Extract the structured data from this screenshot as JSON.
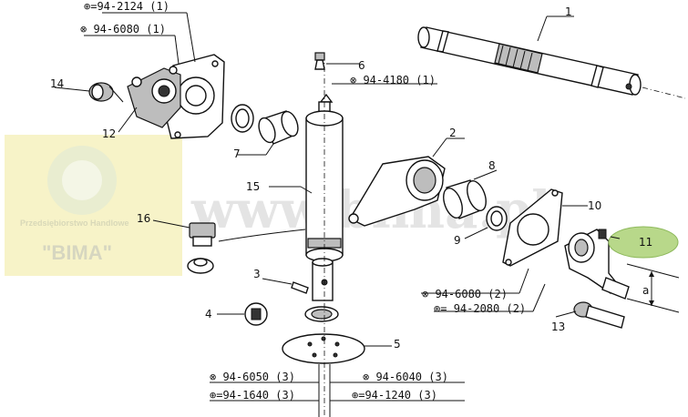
{
  "watermark": {
    "url": "www.bima.pl",
    "company_small": "Przedsiębiorstwo Handlowe",
    "company": "\"BIMA\""
  },
  "callouts": {
    "p1": "1",
    "p2": "2",
    "p3": "3",
    "p4": "4",
    "p5": "5",
    "p6": "6",
    "p7": "7",
    "p8": "8",
    "p9": "9",
    "p10": "10",
    "p11": "11",
    "p12": "12",
    "p13": "13",
    "p14": "14",
    "p15": "15",
    "p16": "16"
  },
  "refs": {
    "r_2124": "94-2124 (1)",
    "r_6080_1": "94-6080 (1)",
    "r_4180": "94-4180 (1)",
    "r_6080_2": "94-6080 (2)",
    "r_2080_2": "94-2080 (2)",
    "r_6050": "94-6050 (3)",
    "r_1640": "94-1640 (3)",
    "r_6040": "94-6040 (3)",
    "r_1240": "94-1240 (3)"
  },
  "dimension_label": "a",
  "colors": {
    "highlight": "#b8d88a",
    "watermark_yellow": "#f7f3c8",
    "ink": "#111111"
  }
}
